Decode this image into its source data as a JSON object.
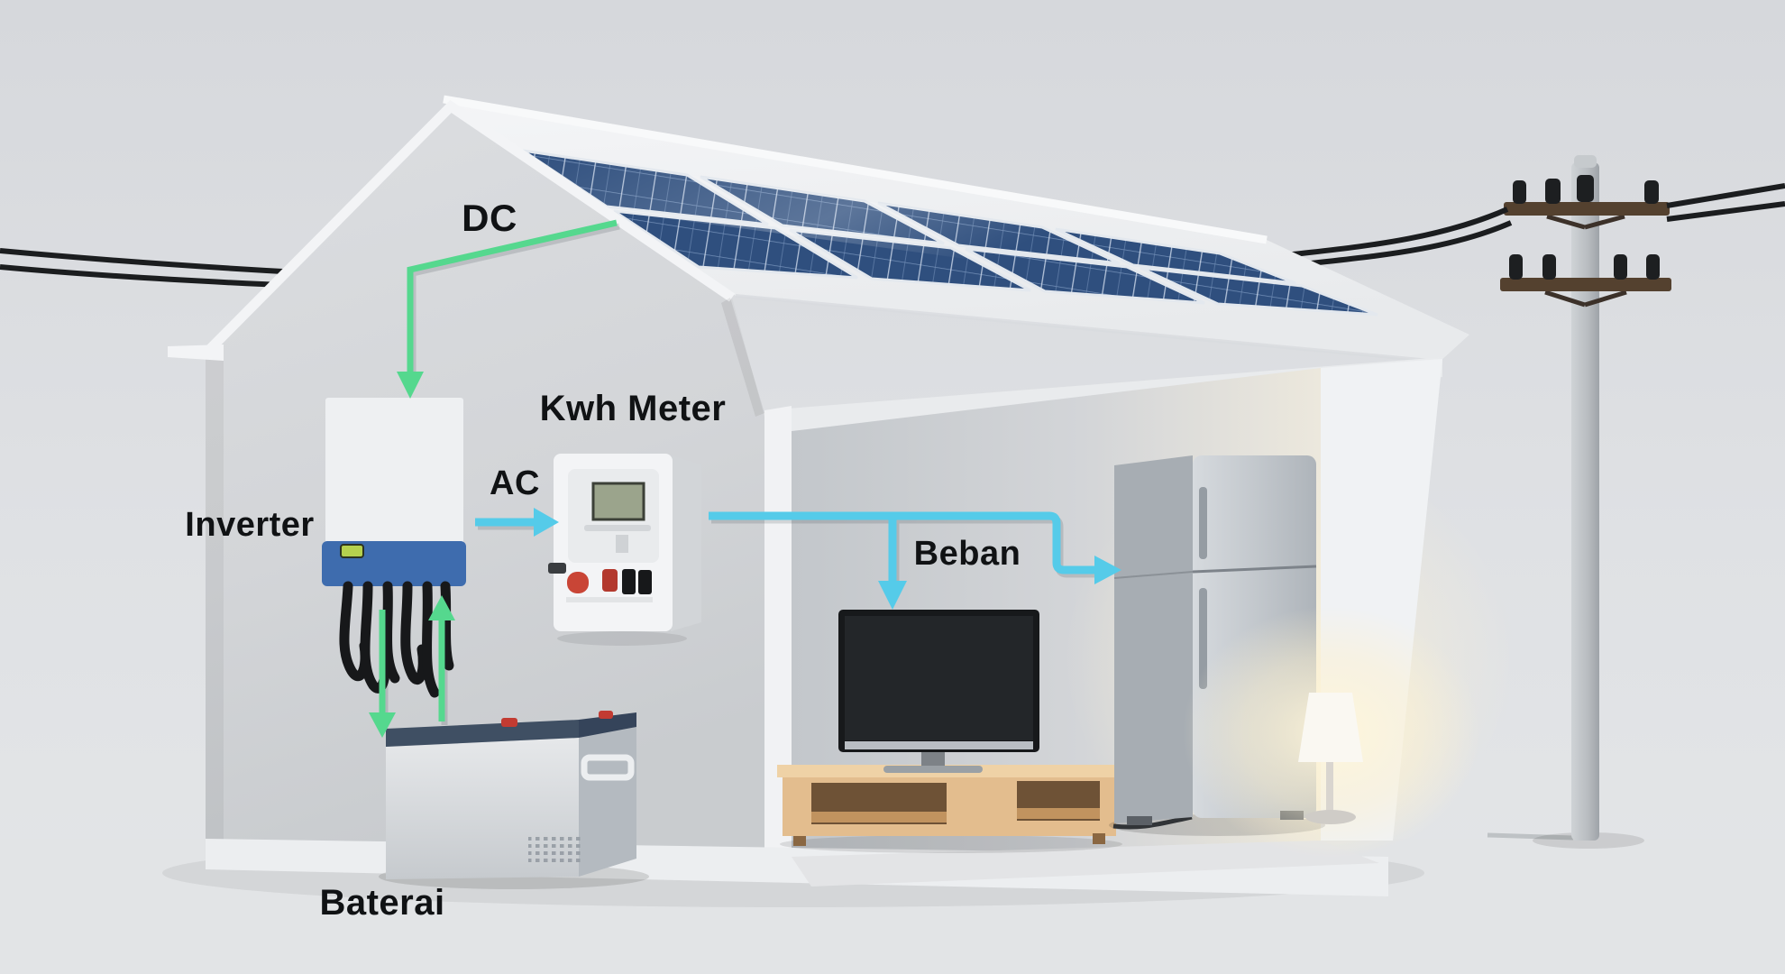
{
  "diagram": {
    "type": "solar-home-energy-system",
    "labels": {
      "dc": "DC",
      "inverter": "Inverter",
      "ac": "AC",
      "kwh_meter": "Kwh Meter",
      "load": "Beban",
      "battery": "Baterai"
    },
    "colors": {
      "dc_flow": "#55d88e",
      "ac_flow": "#55cbe9",
      "label": "#101214",
      "panel_blue": "#2f4f7e",
      "inverter_blue": "#3e6cae"
    },
    "components": [
      {
        "id": "solar-panel-array",
        "panels": 8
      },
      {
        "id": "inverter",
        "label": "Inverter"
      },
      {
        "id": "battery",
        "label": "Baterai"
      },
      {
        "id": "kwh-meter",
        "label": "Kwh Meter"
      },
      {
        "id": "loads",
        "label": "Beban",
        "items": [
          "tv",
          "refrigerator"
        ]
      },
      {
        "id": "table-lamp"
      },
      {
        "id": "utility-pole"
      },
      {
        "id": "power-lines"
      }
    ],
    "flows": [
      {
        "from": "solar-panel-array",
        "to": "inverter",
        "label": "DC"
      },
      {
        "from": "inverter",
        "to": "battery",
        "bidirectional": true
      },
      {
        "from": "inverter",
        "to": "kwh-meter",
        "label": "AC"
      },
      {
        "from": "kwh-meter",
        "to": "loads",
        "label": "Beban"
      }
    ]
  }
}
